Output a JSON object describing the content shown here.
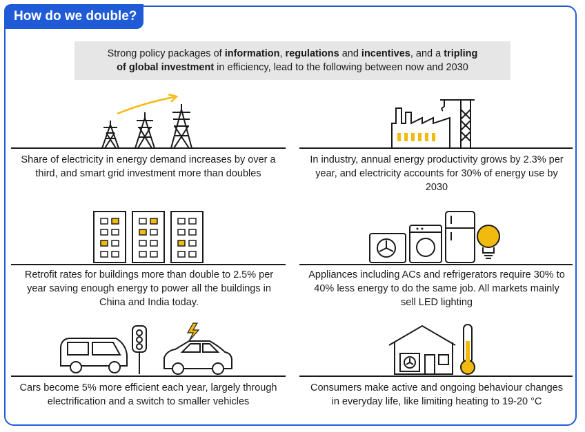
{
  "header": {
    "title": "How do we double?"
  },
  "banner": {
    "parts": [
      {
        "text": "Strong policy packages of ",
        "bold": false
      },
      {
        "text": "information",
        "bold": true
      },
      {
        "text": ", ",
        "bold": false
      },
      {
        "text": "regulations",
        "bold": true
      },
      {
        "text": " and ",
        "bold": false
      },
      {
        "text": "incentives",
        "bold": true
      },
      {
        "text": ", and a ",
        "bold": false
      },
      {
        "text": "tripling",
        "bold": true
      },
      {
        "text": "\n",
        "bold": false
      },
      {
        "text": "of global investment",
        "bold": true
      },
      {
        "text": " in efficiency, lead to the following between now and 2030",
        "bold": false
      }
    ]
  },
  "items": [
    {
      "icon": "electricity-pylons-icon",
      "text": "Share of electricity in energy demand increases by over a third, and smart grid investment more than doubles"
    },
    {
      "icon": "factory-crane-icon",
      "text": "In industry, annual energy productivity grows by 2.3% per year, and electricity accounts for 30% of energy use by 2030"
    },
    {
      "icon": "buildings-icon",
      "text": "Retrofit rates for buildings more than double to 2.5% per year saving enough energy to power all the buildings in China and India today."
    },
    {
      "icon": "appliances-icon",
      "text": "Appliances including ACs and refrigerators require 30% to 40% less energy to do the same job. All markets mainly sell LED lighting"
    },
    {
      "icon": "cars-traffic-light-icon",
      "text": "Cars become 5% more efficient each year, largely through electrification and a switch to smaller vehicles"
    },
    {
      "icon": "house-thermometer-icon",
      "text": "Consumers make active and ongoing behaviour changes in everyday life, like limiting heating to 19-20 °C"
    }
  ],
  "colors": {
    "accent": "#1f5bd6",
    "highlight": "#f2b90f",
    "banner_bg": "#e6e6e6"
  }
}
